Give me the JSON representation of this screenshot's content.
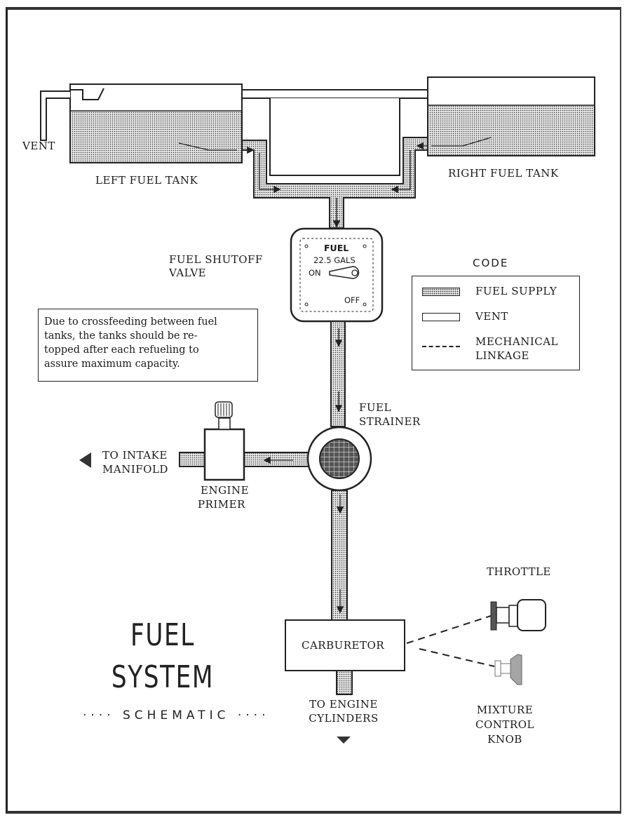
{
  "labels": {
    "vent": "VENT",
    "left_tank": "LEFT FUEL TANK",
    "right_tank": "RIGHT FUEL TANK",
    "shutoff_valve": [
      "FUEL SHUTOFF",
      "VALVE"
    ],
    "fuel_strainer": [
      "FUEL",
      "STRAINER"
    ],
    "to_intake_manifold": [
      "TO INTAKE",
      "MANIFOLD"
    ],
    "engine_primer": [
      "ENGINE",
      "PRIMER"
    ],
    "throttle": "THROTTLE",
    "carburetor": "CARBURETOR",
    "to_engine_cylinders": [
      "TO ENGINE",
      "CYLINDERS"
    ],
    "mixture_control_knob": [
      "MIXTURE",
      "CONTROL",
      "KNOB"
    ]
  },
  "valve_face": {
    "title": "FUEL",
    "capacity": "22.5 GALS",
    "on": "ON",
    "off": "OFF"
  },
  "note": [
    "Due to crossfeeding between fuel",
    "tanks,  the tanks should be re-",
    "topped after each refueling to",
    "assure maximum capacity."
  ],
  "code": {
    "title": "CODE",
    "items": [
      {
        "label": [
          "FUEL SUPPLY"
        ],
        "style": "fuel"
      },
      {
        "label": [
          "VENT"
        ],
        "style": "vent"
      },
      {
        "label": [
          "MECHANICAL",
          "LINKAGE"
        ],
        "style": "dash"
      }
    ]
  },
  "title": {
    "line1": "FUEL",
    "line2": "SYSTEM",
    "line3": "···· SCHEMATIC ····"
  },
  "colors": {
    "ink": "#1a1a1a",
    "fuel_fill": "#e3e3e3"
  }
}
